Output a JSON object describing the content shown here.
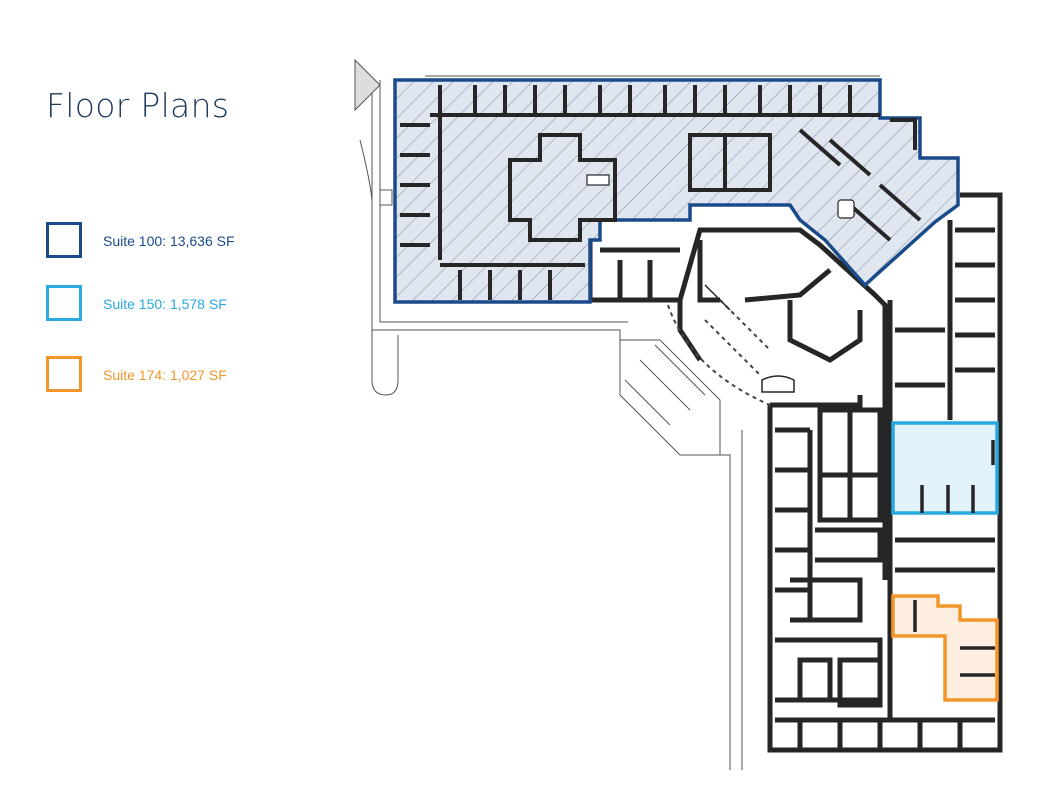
{
  "title": "Floor Plans",
  "legend": [
    {
      "label": "Suite 100: 13,636 SF",
      "color": "#1b4a8a"
    },
    {
      "label": "Suite 150: 1,578 SF",
      "color": "#29a9de"
    },
    {
      "label": "Suite 174: 1,027 SF",
      "color": "#f2962b"
    }
  ],
  "colors": {
    "wall": "#262626",
    "suite_100_fill": "#dfe6f0",
    "suite_150_fill": "#e3f3fb",
    "suite_174_fill": "#fdeee0"
  }
}
